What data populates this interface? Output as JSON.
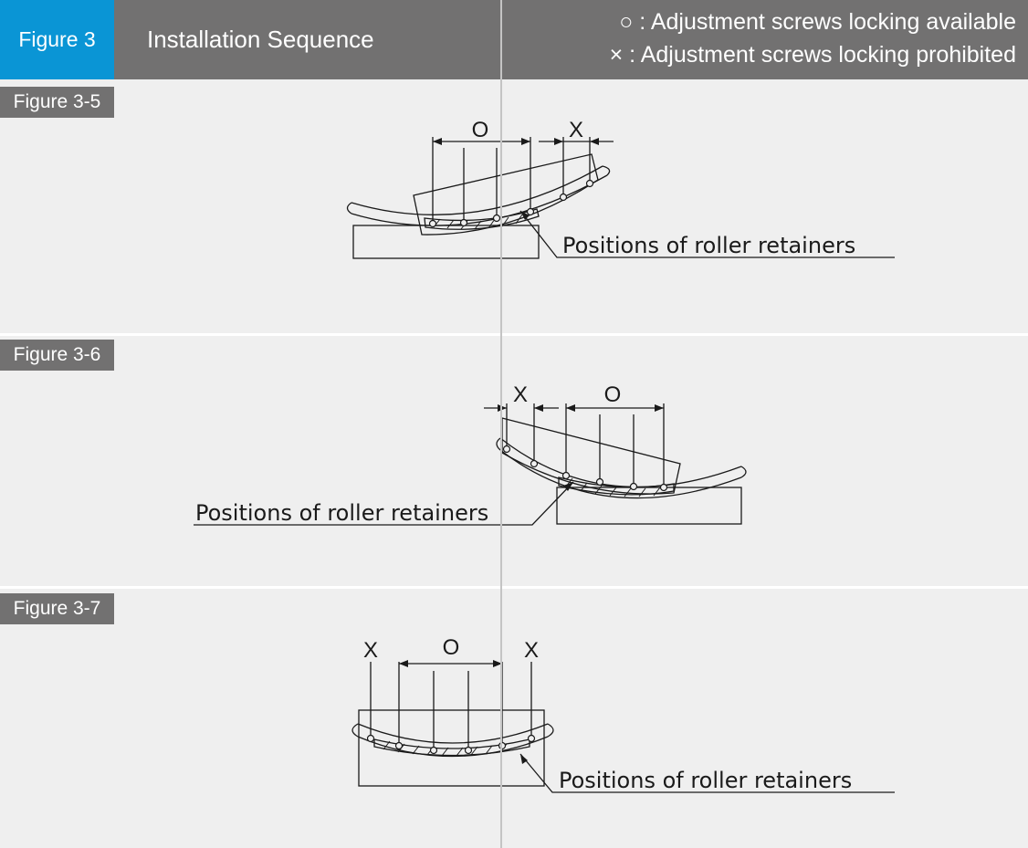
{
  "header": {
    "figure": "Figure 3",
    "title": "Installation Sequence",
    "legend_available": "Adjustment screws locking available",
    "legend_prohibited": "Adjustment screws locking prohibited",
    "legend_available_symbol": "○",
    "legend_prohibited_symbol": "×",
    "legend_separator": " : "
  },
  "panels": [
    {
      "tag": "Figure 3-5",
      "left_mark": "O",
      "right_mark": "X",
      "caption": "Positions of roller retainers"
    },
    {
      "tag": "Figure 3-6",
      "left_mark": "X",
      "right_mark": "O",
      "caption": "Positions of roller retainers"
    },
    {
      "tag": "Figure 3-7",
      "left_mark": "X",
      "center_mark": "O",
      "right_mark": "X",
      "caption": "Positions of roller retainers"
    }
  ],
  "colors": {
    "header": "#727171",
    "figure_tag": "#0a95d5",
    "background": "#efefef",
    "line": "#1a1a1a"
  }
}
